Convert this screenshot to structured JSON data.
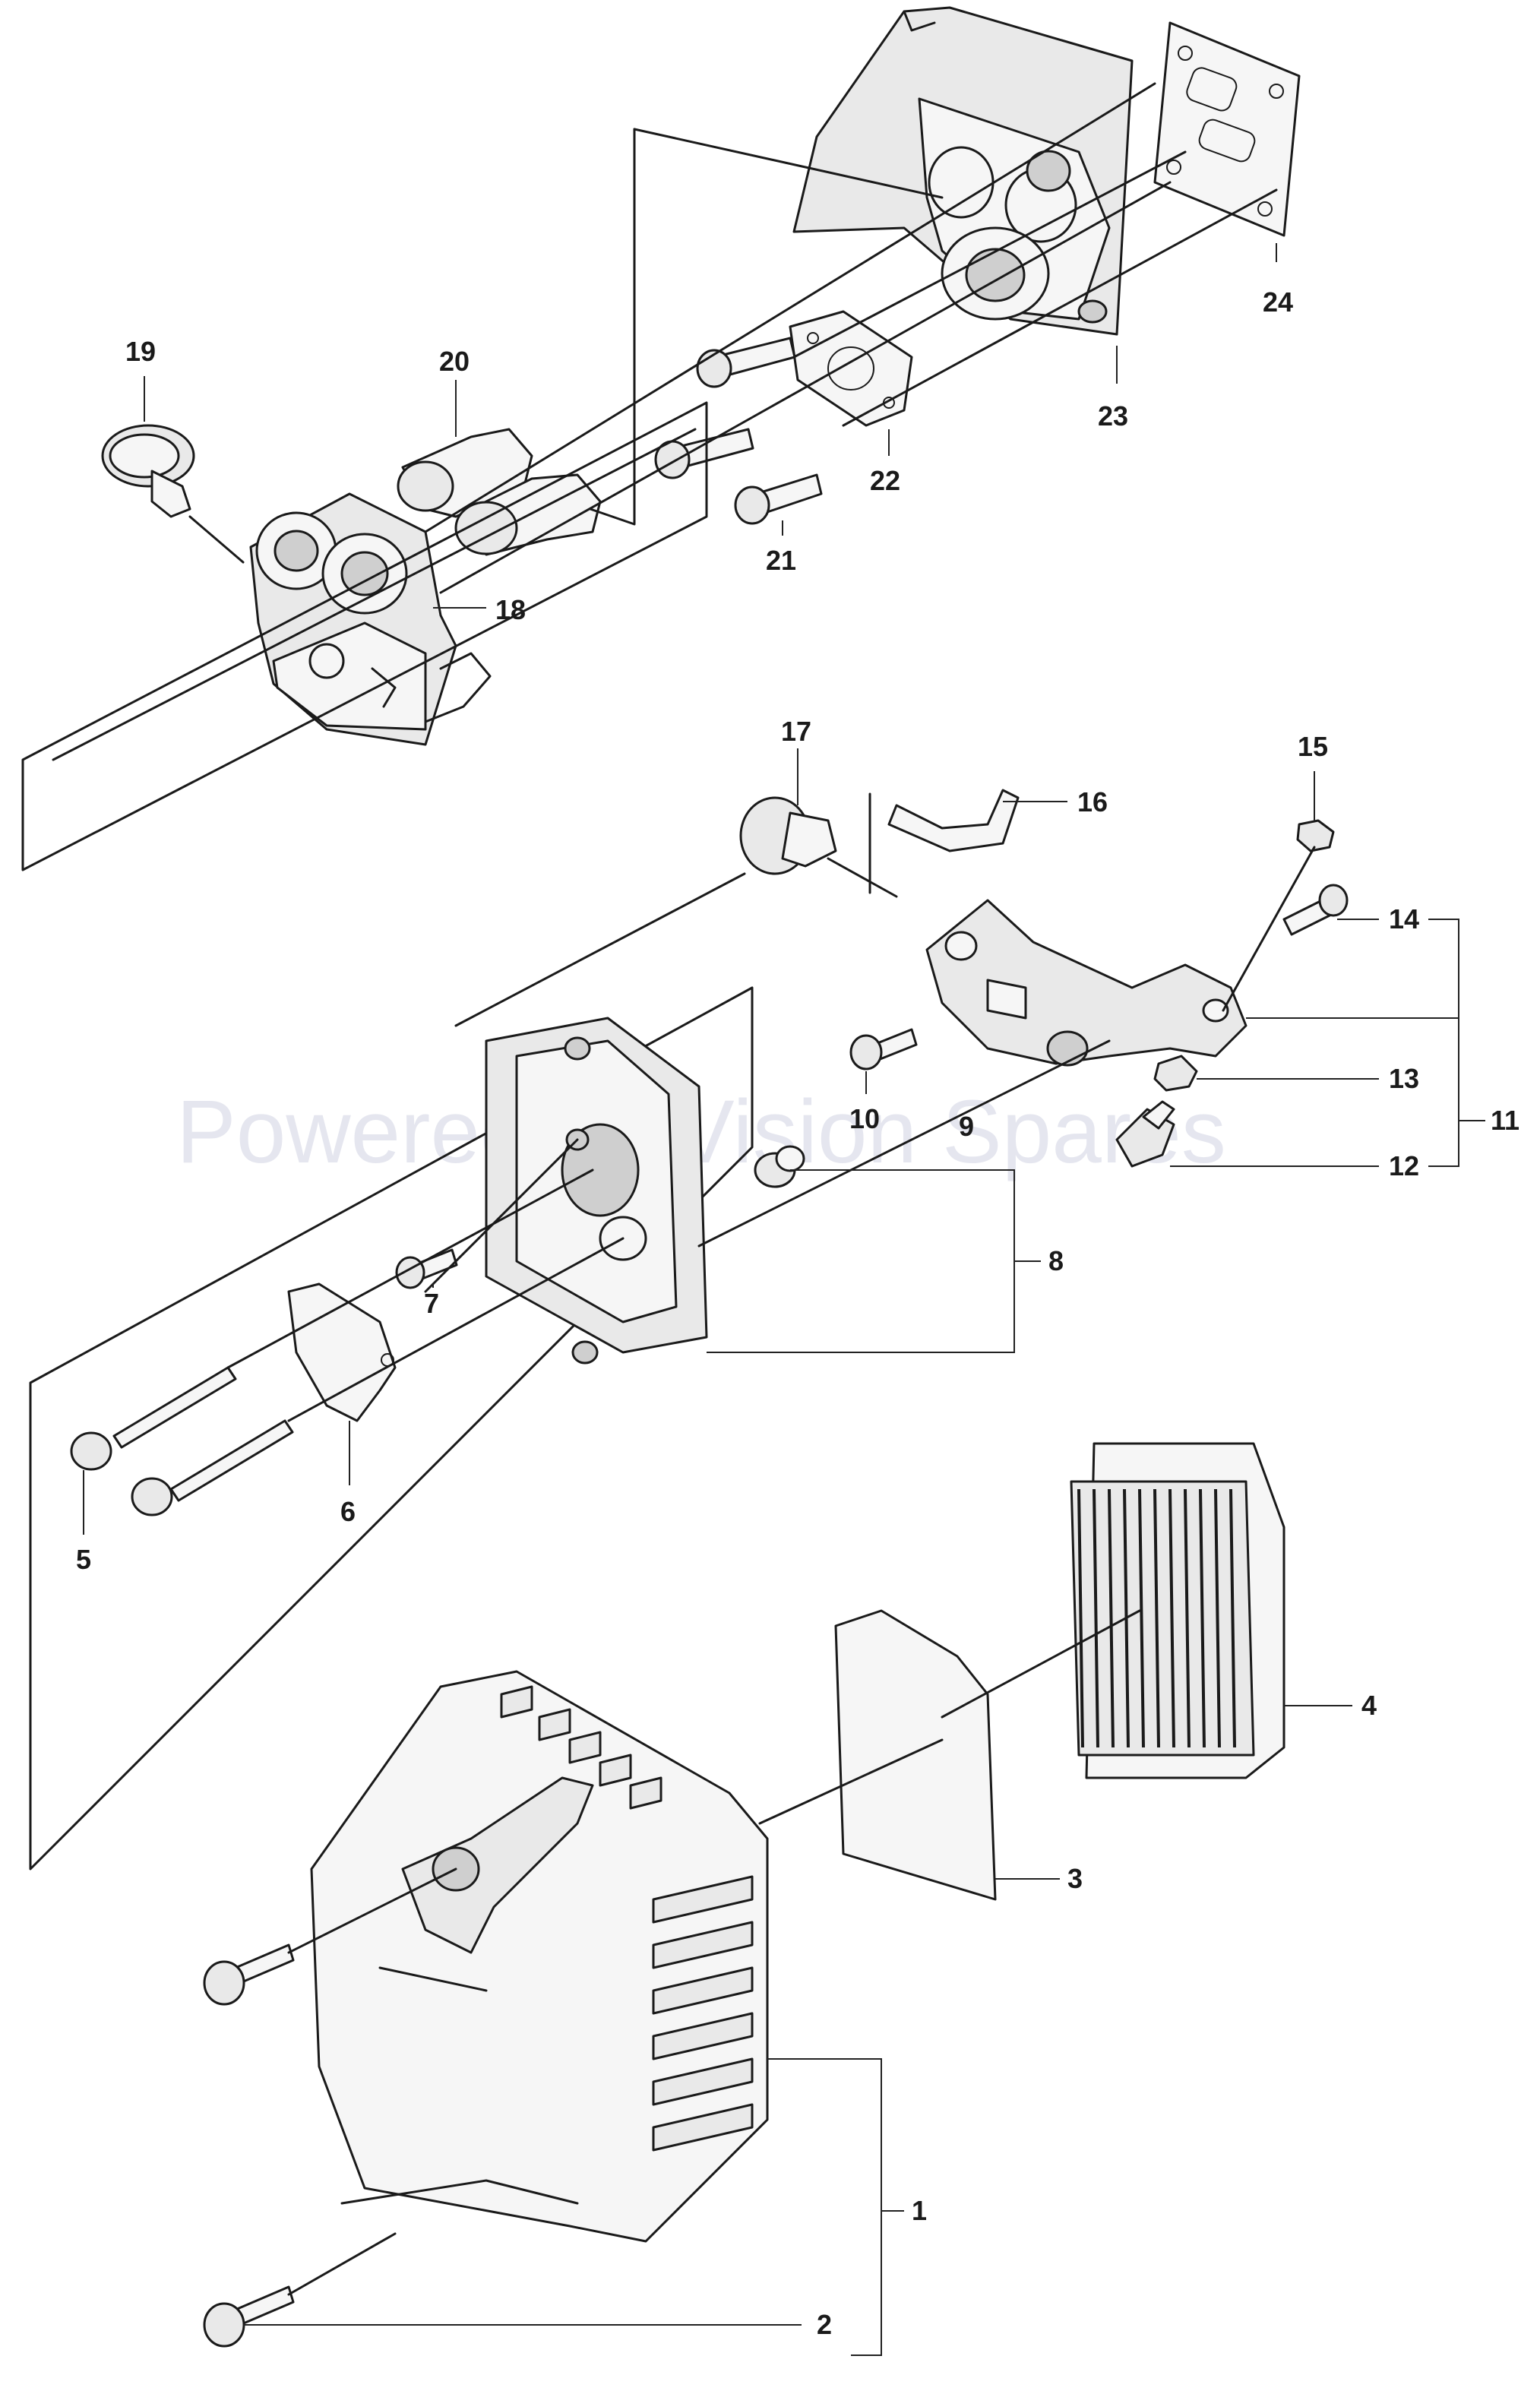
{
  "watermark": "Powered by Vision Spares",
  "callouts": [
    {
      "id": "c1",
      "label": "1"
    },
    {
      "id": "c2",
      "label": "2"
    },
    {
      "id": "c3",
      "label": "3"
    },
    {
      "id": "c4",
      "label": "4"
    },
    {
      "id": "c5",
      "label": "5"
    },
    {
      "id": "c6",
      "label": "6"
    },
    {
      "id": "c7",
      "label": "7"
    },
    {
      "id": "c8",
      "label": "8"
    },
    {
      "id": "c9",
      "label": "9"
    },
    {
      "id": "c10",
      "label": "10"
    },
    {
      "id": "c11",
      "label": "11"
    },
    {
      "id": "c12",
      "label": "12"
    },
    {
      "id": "c13",
      "label": "13"
    },
    {
      "id": "c14",
      "label": "14"
    },
    {
      "id": "c15",
      "label": "15"
    },
    {
      "id": "c16",
      "label": "16"
    },
    {
      "id": "c17",
      "label": "17"
    },
    {
      "id": "c18",
      "label": "18"
    },
    {
      "id": "c19",
      "label": "19"
    },
    {
      "id": "c20",
      "label": "20"
    },
    {
      "id": "c21",
      "label": "21"
    },
    {
      "id": "c22",
      "label": "22"
    },
    {
      "id": "c23",
      "label": "23"
    },
    {
      "id": "c24",
      "label": "24"
    }
  ]
}
